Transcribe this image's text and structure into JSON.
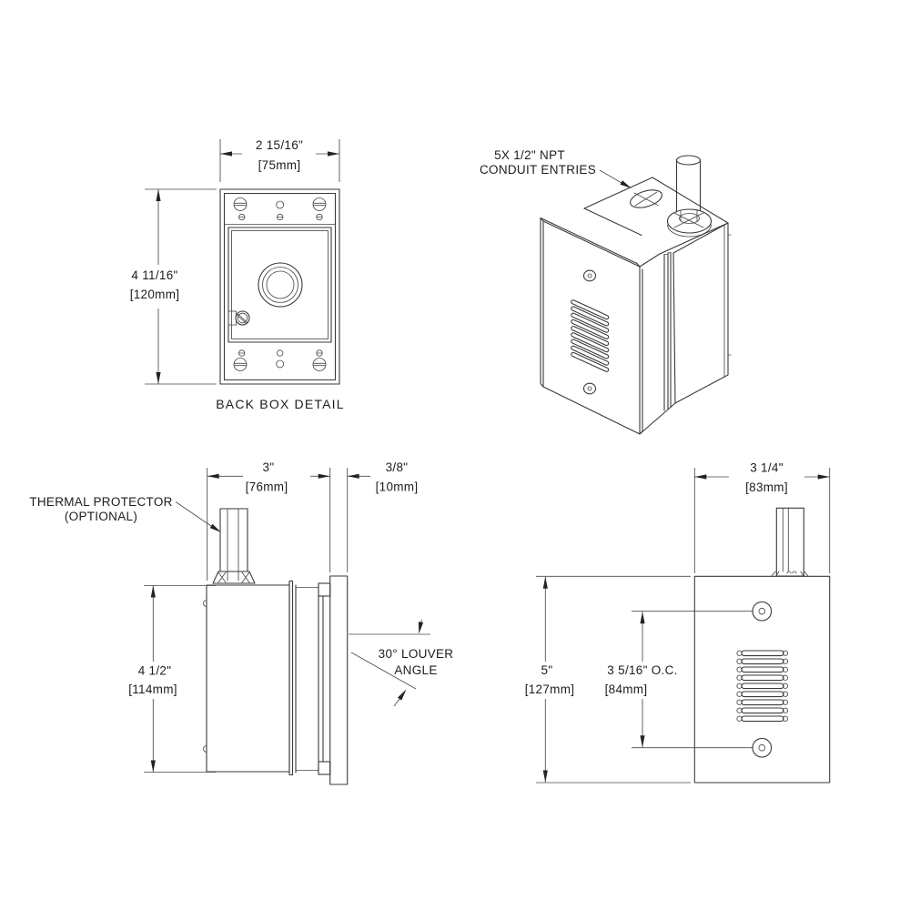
{
  "page": {
    "background": "#ffffff",
    "line_color": "#3a3a3a",
    "text_color": "#1d1d1d"
  },
  "views": {
    "back_box": {
      "caption": "BACK BOX DETAIL",
      "dim_width_in": "2 15/16\"",
      "dim_width_mm": "[75mm]",
      "dim_height_in": "4 11/16\"",
      "dim_height_mm": "[120mm]"
    },
    "isometric": {
      "callout_conduit_line1": "5X 1/2\" NPT",
      "callout_conduit_line2": "CONDUIT ENTRIES"
    },
    "side": {
      "callout_thermal_line1": "THERMAL PROTECTOR",
      "callout_thermal_line2": "(OPTIONAL)",
      "dim_depth_in": "3\"",
      "dim_depth_mm": "[76mm]",
      "dim_plate_in": "3/8\"",
      "dim_plate_mm": "[10mm]",
      "dim_height_in": "4 1/2\"",
      "dim_height_mm": "[114mm]",
      "callout_louver_line1": "30° LOUVER",
      "callout_louver_line2": "ANGLE"
    },
    "front": {
      "dim_width_in": "3 1/4\"",
      "dim_width_mm": "[83mm]",
      "dim_height_in": "5\"",
      "dim_height_mm": "[127mm]",
      "dim_oc_in": "3 5/16\" O.C.",
      "dim_oc_mm": "[84mm]"
    }
  }
}
